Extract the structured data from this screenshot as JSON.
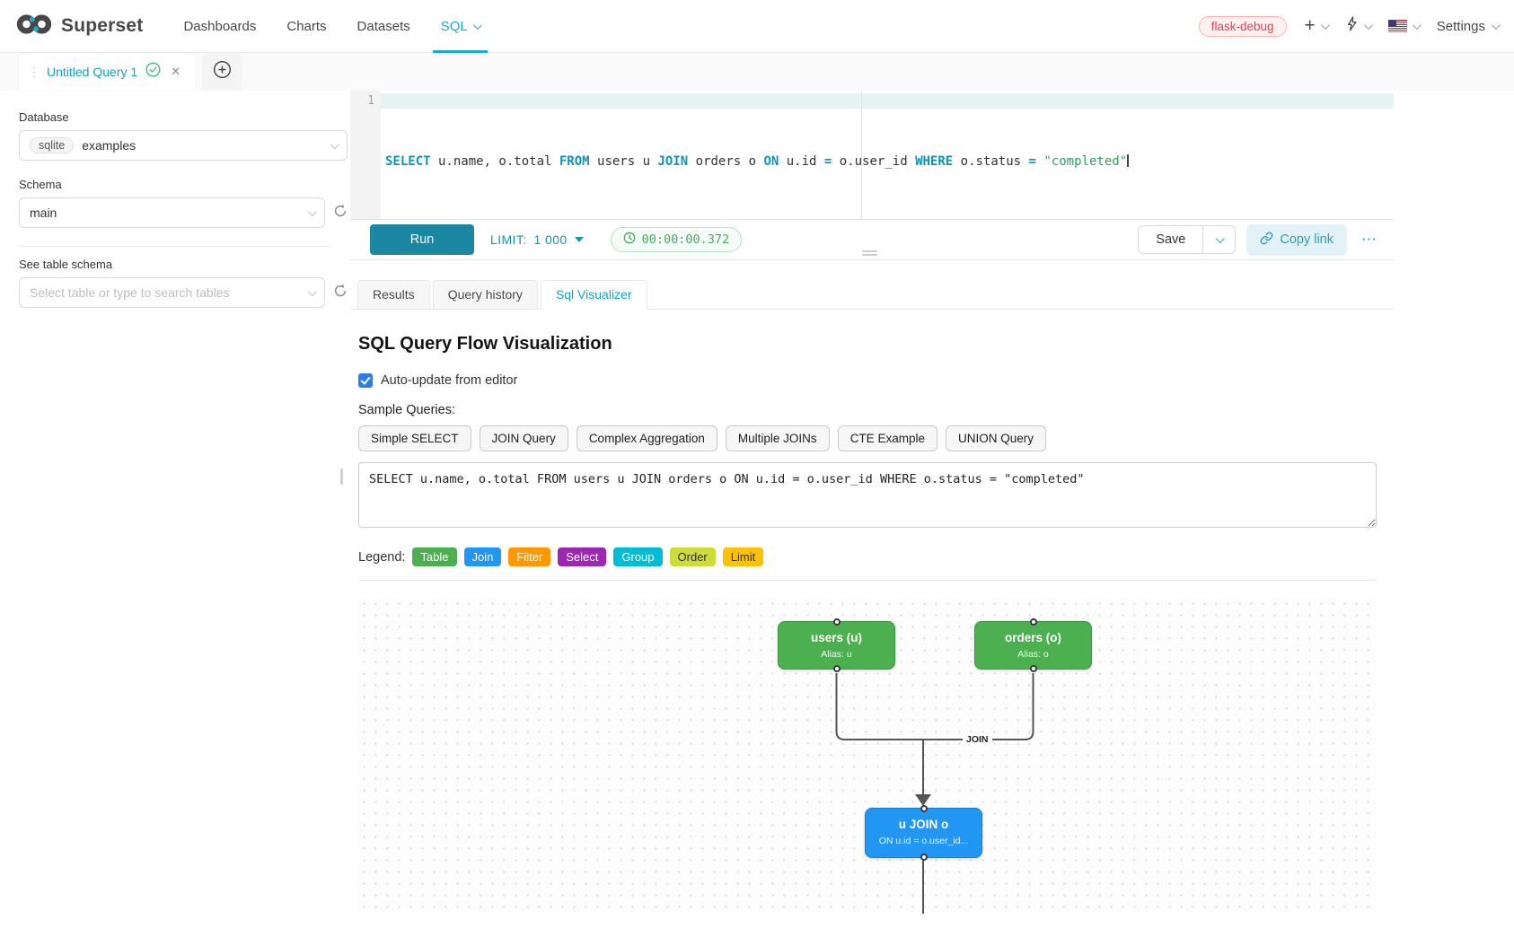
{
  "navbar": {
    "brand": "Superset",
    "items": [
      {
        "label": "Dashboards"
      },
      {
        "label": "Charts"
      },
      {
        "label": "Datasets"
      },
      {
        "label": "SQL",
        "active": true
      }
    ],
    "env_badge": "flask-debug",
    "plus_glyph": "+",
    "settings_label": "Settings"
  },
  "tabstrip": {
    "tab_title": "Untitled Query 1",
    "drag_glyph": "⋮",
    "check_glyph": "✓",
    "close_glyph": "✕"
  },
  "sidebar": {
    "database_label": "Database",
    "database_type": "sqlite",
    "database_value": "examples",
    "schema_label": "Schema",
    "schema_value": "main",
    "table_label": "See table schema",
    "table_placeholder": "Select table or type to search tables"
  },
  "editor": {
    "line_number": "1",
    "tokens": [
      {
        "t": "kw",
        "v": "SELECT"
      },
      {
        "t": "pl",
        "v": " u.name, o.total "
      },
      {
        "t": "kw",
        "v": "FROM"
      },
      {
        "t": "pl",
        "v": " users u "
      },
      {
        "t": "kw",
        "v": "JOIN"
      },
      {
        "t": "pl",
        "v": " orders o "
      },
      {
        "t": "kw",
        "v": "ON"
      },
      {
        "t": "pl",
        "v": " u.id "
      },
      {
        "t": "kw",
        "v": "="
      },
      {
        "t": "pl",
        "v": " o.user_id "
      },
      {
        "t": "kw",
        "v": "WHERE"
      },
      {
        "t": "pl",
        "v": " o.status "
      },
      {
        "t": "kw",
        "v": "="
      },
      {
        "t": "pl",
        "v": " "
      },
      {
        "t": "str",
        "v": "\"completed\""
      }
    ]
  },
  "toolbar": {
    "run_label": "Run",
    "limit_label": "LIMIT:",
    "limit_value": "1 000",
    "timer_value": "00:00:00.372",
    "save_label": "Save",
    "copy_link_label": "Copy link",
    "more_glyph": "⋯"
  },
  "south_tabs": [
    {
      "label": "Results"
    },
    {
      "label": "Query history"
    },
    {
      "label": "Sql Visualizer",
      "active": true
    }
  ],
  "visualizer": {
    "title": "SQL Query Flow Visualization",
    "auto_update_label": "Auto-update from editor",
    "samples_label": "Sample Queries:",
    "sample_buttons": [
      "Simple SELECT",
      "JOIN Query",
      "Complex Aggregation",
      "Multiple JOINs",
      "CTE Example",
      "UNION Query"
    ],
    "query_text": "SELECT u.name, o.total FROM users u JOIN orders o ON u.id = o.user_id WHERE o.status = \"completed\"",
    "legend_label": "Legend:",
    "legend": [
      {
        "label": "Table",
        "color": "#4CAF50",
        "text_color": "#ffffff"
      },
      {
        "label": "Join",
        "color": "#2196F3",
        "text_color": "#ffffff"
      },
      {
        "label": "Filter",
        "color": "#FF9800",
        "text_color": "#ffffff"
      },
      {
        "label": "Select",
        "color": "#9C27B0",
        "text_color": "#ffffff"
      },
      {
        "label": "Group",
        "color": "#00BCD4",
        "text_color": "#ffffff"
      },
      {
        "label": "Order",
        "color": "#CDDC39",
        "text_color": "#333333"
      },
      {
        "label": "Limit",
        "color": "#FFC107",
        "text_color": "#333333"
      }
    ],
    "diagram": {
      "nodes": [
        {
          "id": "users",
          "title": "users (u)",
          "subtitle": "Alias: u",
          "color": "#4CAF50"
        },
        {
          "id": "orders",
          "title": "orders (o)",
          "subtitle": "Alias: o",
          "color": "#4CAF50"
        },
        {
          "id": "join",
          "title": "u JOIN o",
          "subtitle": "ON u.id = o.user_id...",
          "color": "#2196F3"
        }
      ],
      "edge_label": "JOIN"
    }
  }
}
